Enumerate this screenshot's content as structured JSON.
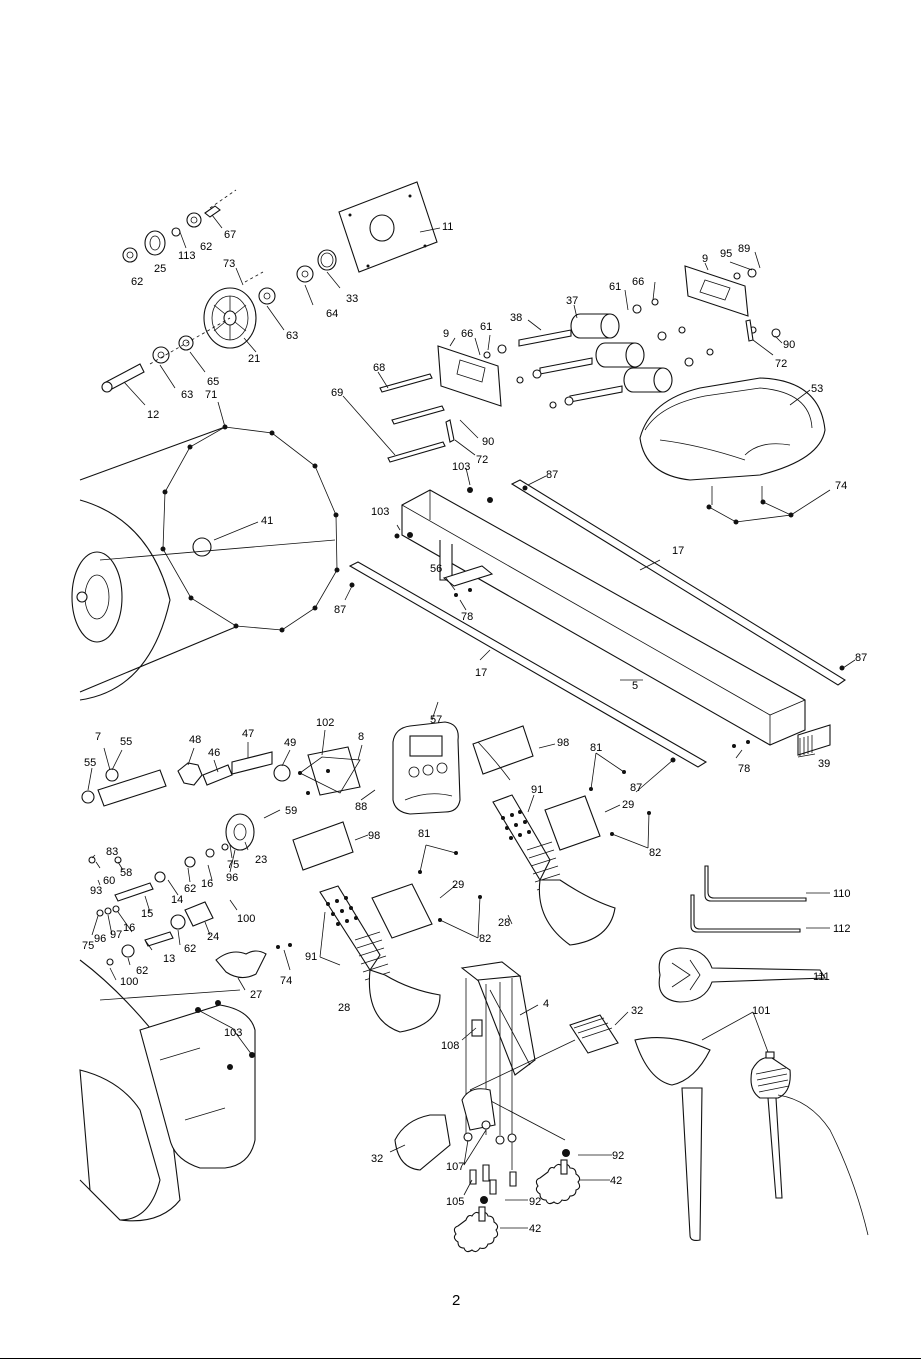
{
  "page_number": "2",
  "parts": [
    {
      "id": "p62a",
      "label": "62"
    },
    {
      "id": "p25",
      "label": "25"
    },
    {
      "id": "p113",
      "label": "113"
    },
    {
      "id": "p62b",
      "label": "62"
    },
    {
      "id": "p67",
      "label": "67"
    },
    {
      "id": "p73",
      "label": "73"
    },
    {
      "id": "p11",
      "label": "11"
    },
    {
      "id": "p33",
      "label": "33"
    },
    {
      "id": "p64",
      "label": "64"
    },
    {
      "id": "p63a",
      "label": "63"
    },
    {
      "id": "p21",
      "label": "21"
    },
    {
      "id": "p65",
      "label": "65"
    },
    {
      "id": "p63b",
      "label": "63"
    },
    {
      "id": "p12",
      "label": "12"
    },
    {
      "id": "p71",
      "label": "71"
    },
    {
      "id": "p41",
      "label": "41"
    },
    {
      "id": "p95",
      "label": "95"
    },
    {
      "id": "p89",
      "label": "89"
    },
    {
      "id": "p9a",
      "label": "9"
    },
    {
      "id": "p66a",
      "label": "66"
    },
    {
      "id": "p61a",
      "label": "61"
    },
    {
      "id": "p37",
      "label": "37"
    },
    {
      "id": "p38",
      "label": "38"
    },
    {
      "id": "p9b",
      "label": "9"
    },
    {
      "id": "p66b",
      "label": "66"
    },
    {
      "id": "p61b",
      "label": "61"
    },
    {
      "id": "p90a",
      "label": "90"
    },
    {
      "id": "p72a",
      "label": "72"
    },
    {
      "id": "p68",
      "label": "68"
    },
    {
      "id": "p69",
      "label": "69"
    },
    {
      "id": "p90b",
      "label": "90"
    },
    {
      "id": "p72b",
      "label": "72"
    },
    {
      "id": "p53",
      "label": "53"
    },
    {
      "id": "p103a",
      "label": "103"
    },
    {
      "id": "p87a",
      "label": "87"
    },
    {
      "id": "p74a",
      "label": "74"
    },
    {
      "id": "p103b",
      "label": "103"
    },
    {
      "id": "p17a",
      "label": "17"
    },
    {
      "id": "p56",
      "label": "56"
    },
    {
      "id": "p78a",
      "label": "78"
    },
    {
      "id": "p87b",
      "label": "87"
    },
    {
      "id": "p87c",
      "label": "87"
    },
    {
      "id": "p17b",
      "label": "17"
    },
    {
      "id": "p5",
      "label": "5"
    },
    {
      "id": "p57",
      "label": "57"
    },
    {
      "id": "p7",
      "label": "7"
    },
    {
      "id": "p55a",
      "label": "55"
    },
    {
      "id": "p55b",
      "label": "55"
    },
    {
      "id": "p48",
      "label": "48"
    },
    {
      "id": "p46",
      "label": "46"
    },
    {
      "id": "p47",
      "label": "47"
    },
    {
      "id": "p49",
      "label": "49"
    },
    {
      "id": "p102",
      "label": "102"
    },
    {
      "id": "p8",
      "label": "8"
    },
    {
      "id": "p88",
      "label": "88"
    },
    {
      "id": "p98a",
      "label": "98"
    },
    {
      "id": "p81a",
      "label": "81"
    },
    {
      "id": "p78b",
      "label": "78"
    },
    {
      "id": "p39",
      "label": "39"
    },
    {
      "id": "p87d",
      "label": "87"
    },
    {
      "id": "p91a",
      "label": "91"
    },
    {
      "id": "p29a",
      "label": "29"
    },
    {
      "id": "p82a",
      "label": "82"
    },
    {
      "id": "p59",
      "label": "59"
    },
    {
      "id": "p75a",
      "label": "75"
    },
    {
      "id": "p96a",
      "label": "96"
    },
    {
      "id": "p23",
      "label": "23"
    },
    {
      "id": "p83",
      "label": "83"
    },
    {
      "id": "p58",
      "label": "58"
    },
    {
      "id": "p60",
      "label": "60"
    },
    {
      "id": "p93",
      "label": "93"
    },
    {
      "id": "p16a",
      "label": "16"
    },
    {
      "id": "p62c",
      "label": "62"
    },
    {
      "id": "p14",
      "label": "14"
    },
    {
      "id": "p15",
      "label": "15"
    },
    {
      "id": "p100a",
      "label": "100"
    },
    {
      "id": "p98b",
      "label": "98"
    },
    {
      "id": "p81b",
      "label": "81"
    },
    {
      "id": "p29b",
      "label": "29"
    },
    {
      "id": "p82b",
      "label": "82"
    },
    {
      "id": "p28a",
      "label": "28"
    },
    {
      "id": "p110",
      "label": "110"
    },
    {
      "id": "p112",
      "label": "112"
    },
    {
      "id": "p75b",
      "label": "75"
    },
    {
      "id": "p96b",
      "label": "96"
    },
    {
      "id": "p97",
      "label": "97"
    },
    {
      "id": "p16b",
      "label": "16"
    },
    {
      "id": "p24",
      "label": "24"
    },
    {
      "id": "p62d",
      "label": "62"
    },
    {
      "id": "p13",
      "label": "13"
    },
    {
      "id": "p100b",
      "label": "100"
    },
    {
      "id": "p62e",
      "label": "62"
    },
    {
      "id": "p27",
      "label": "27"
    },
    {
      "id": "p74b",
      "label": "74"
    },
    {
      "id": "p91b",
      "label": "91"
    },
    {
      "id": "p111",
      "label": "111"
    },
    {
      "id": "p28b",
      "label": "28"
    },
    {
      "id": "p4",
      "label": "4"
    },
    {
      "id": "p32a",
      "label": "32"
    },
    {
      "id": "p101",
      "label": "101"
    },
    {
      "id": "p103c",
      "label": "103"
    },
    {
      "id": "p108",
      "label": "108"
    },
    {
      "id": "p32b",
      "label": "32"
    },
    {
      "id": "p107",
      "label": "107"
    },
    {
      "id": "p92a",
      "label": "92"
    },
    {
      "id": "p42a",
      "label": "42"
    },
    {
      "id": "p105",
      "label": "105"
    },
    {
      "id": "p92b",
      "label": "92"
    },
    {
      "id": "p42b",
      "label": "42"
    }
  ]
}
